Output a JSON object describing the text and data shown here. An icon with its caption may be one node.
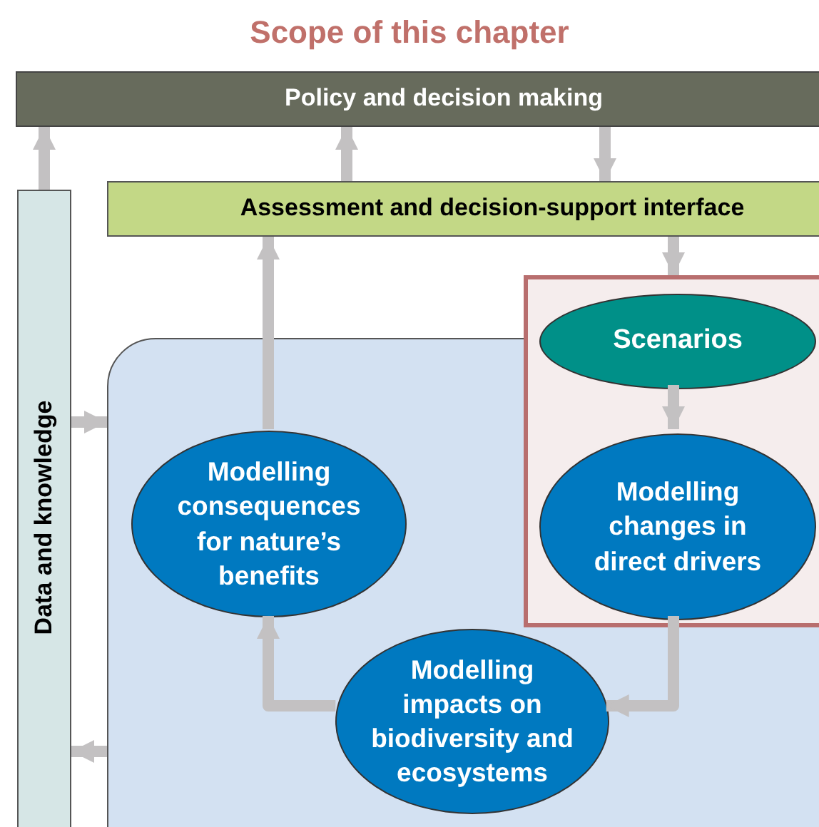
{
  "diagram": {
    "title": "Scope of this chapter",
    "nodes": [
      {
        "text": [
          "Policy and decision making"
        ]
      },
      {
        "text": [
          "Data and knowledge"
        ]
      },
      {
        "text": [
          "Assessment and decision-support interface"
        ]
      },
      {
        "text": [],
        "shape": "box"
      },
      {
        "text": [],
        "shape": "box"
      },
      {
        "text": [
          "Scenarios"
        ],
        "in": 4
      },
      {
        "text": [
          "Modelling changes in direct drivers"
        ],
        "in": 4
      },
      {
        "text": [
          "Modelling consequences for nature’s benefits"
        ],
        "in": 3
      },
      {
        "text": [
          "Modelling impacts on biodiversity and ecosystems"
        ],
        "in": 3
      }
    ],
    "edges": [
      {
        "from": 1,
        "to": 0,
        "arrow": "to"
      },
      {
        "from": 2,
        "to": 0,
        "arrow": "to"
      },
      {
        "from": 0,
        "to": 2,
        "arrow": "to"
      },
      {
        "from": 2,
        "to": 4,
        "arrow": "to"
      },
      {
        "from": 7,
        "to": 2,
        "arrow": "to"
      },
      {
        "from": 1,
        "to": 3,
        "arrow": "to"
      },
      {
        "from": 3,
        "to": 1,
        "arrow": "to"
      },
      {
        "from": 5,
        "to": 6,
        "arrow": "to"
      },
      {
        "from": 6,
        "to": 8,
        "arrow": "to"
      },
      {
        "from": 8,
        "to": 7,
        "arrow": "to"
      }
    ]
  }
}
